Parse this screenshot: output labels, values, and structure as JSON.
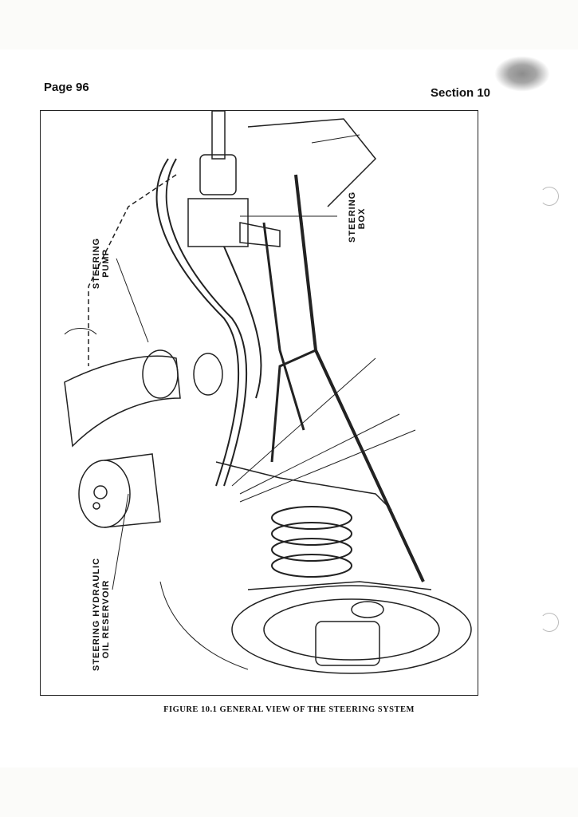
{
  "header": {
    "page": "Page 96",
    "section": "Section 10"
  },
  "figure": {
    "caption": "FIGURE 10.1   GENERAL VIEW OF THE STEERING SYSTEM",
    "labels": {
      "steering_box": [
        "STEERING",
        "BOX"
      ],
      "steering_pump": [
        "STEERING",
        "PUMP"
      ],
      "reservoir": [
        "STEERING HYDRAULIC",
        "OIL RESERVOIR"
      ]
    }
  }
}
